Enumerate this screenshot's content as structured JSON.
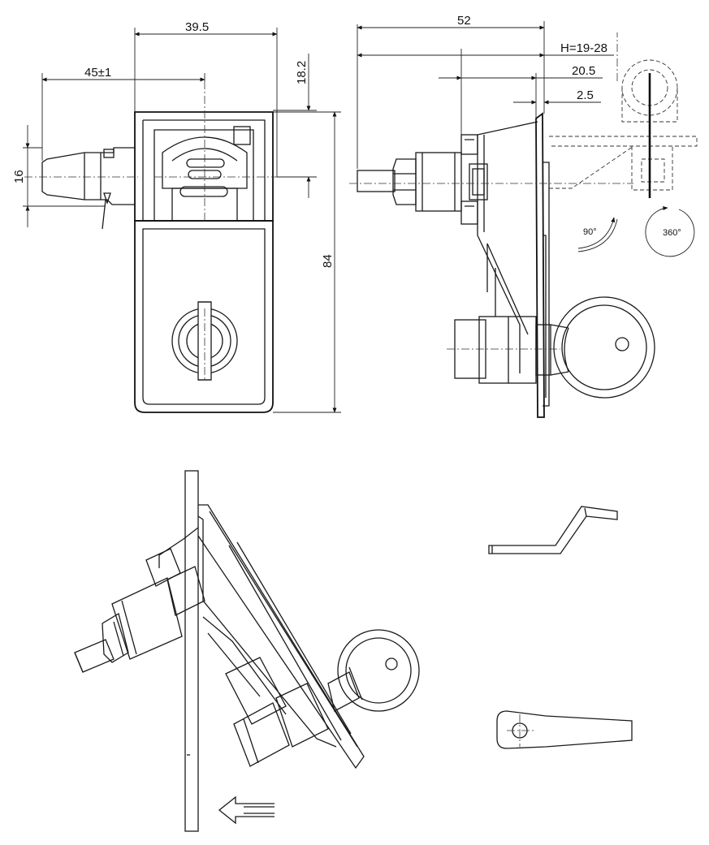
{
  "dimensions": {
    "width_top": "39.5",
    "handle_reach": "45±1",
    "handle_height": "16",
    "top_offset": "18.2",
    "total_height": "84",
    "depth": "52",
    "grip_range": "H=19-28",
    "body_depth": "20.5",
    "plate_thickness": "2.5"
  },
  "rotation": {
    "quarter_turn": "90°",
    "full_turn": "360°"
  }
}
